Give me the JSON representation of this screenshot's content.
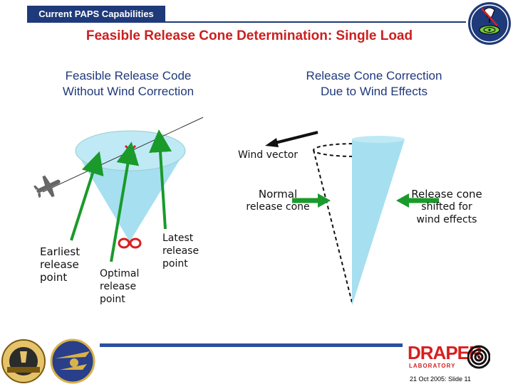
{
  "header": {
    "section_tab": "Current PAPS Capabilities",
    "title": "Feasible Release Cone Determination:  Single Load"
  },
  "left_panel": {
    "heading_line1": "Feasible Release Code",
    "heading_line2": "Without Wind Correction",
    "labels": {
      "earliest": [
        "Earliest",
        "release",
        "point"
      ],
      "optimal": [
        "Optimal",
        "release",
        "point"
      ],
      "latest": [
        "Latest",
        "release",
        "point"
      ]
    }
  },
  "right_panel": {
    "heading_line1": "Release Cone Correction",
    "heading_line2": "Due to Wind Effects",
    "wind_vector_label": "Wind vector",
    "normal_label_line1": "Normal",
    "normal_label_line2": "release cone",
    "shifted_label_line1": "Release cone",
    "shifted_label_line2": "shifted for",
    "shifted_label_line3": "wind effects"
  },
  "footer": {
    "logo_text": "DRAPER",
    "logo_subtext": "LABORATORY",
    "date_slide": "21 Oct 2005:  Slide 11"
  },
  "colors": {
    "navy": "#1f3a7a",
    "title_red": "#cc1f1f",
    "cone_fill": "#a6dff0",
    "arrow_green": "#1a9a2a",
    "marker_red": "#d81f1f"
  }
}
